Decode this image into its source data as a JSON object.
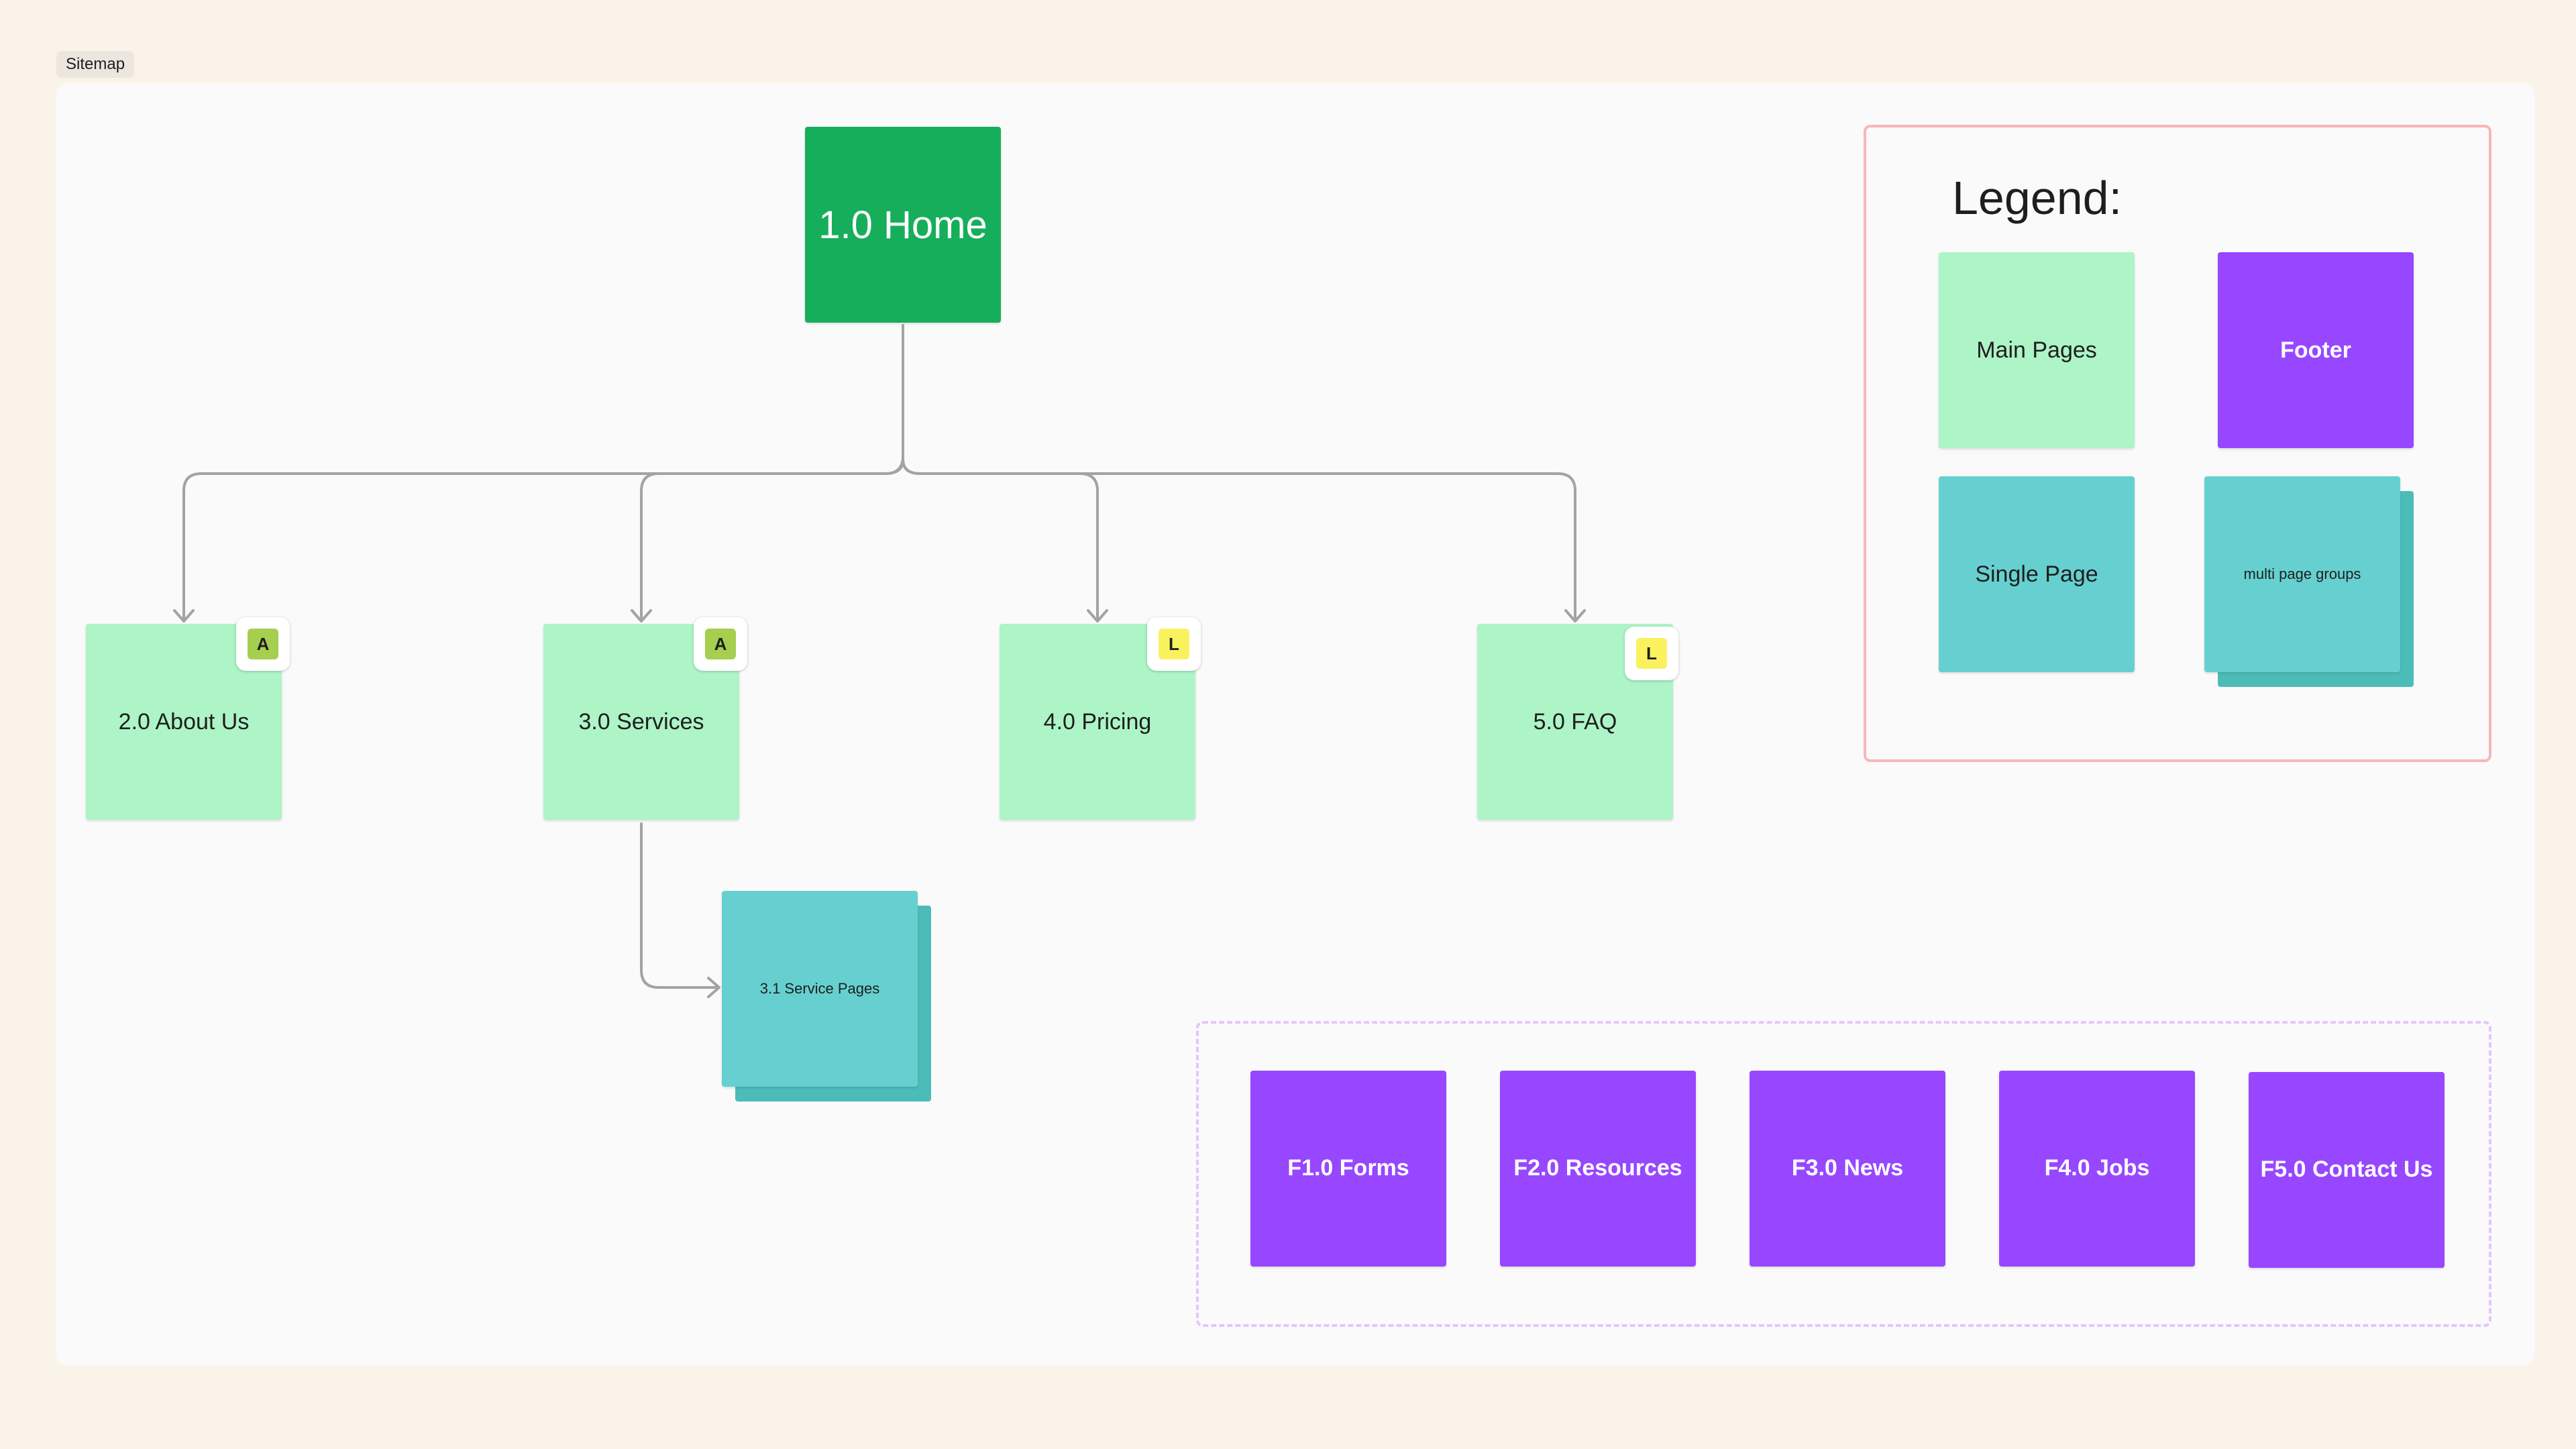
{
  "board": {
    "tag": "Sitemap"
  },
  "home": {
    "label": "1.0 Home"
  },
  "main_pages": [
    {
      "label": "2.0 About Us",
      "badge": "A",
      "badge_color": "#a6ce4f"
    },
    {
      "label": "3.0 Services",
      "badge": "A",
      "badge_color": "#a6ce4f"
    },
    {
      "label": "4.0 Pricing",
      "badge": "L",
      "badge_color": "#faf15f"
    },
    {
      "label": "5.0 FAQ",
      "badge": "L",
      "badge_color": "#faf15f"
    }
  ],
  "sub_pages": [
    {
      "label": "3.1 Service Pages",
      "parent": "3.0 Services"
    }
  ],
  "legend": {
    "title": "Legend:",
    "items": [
      {
        "label": "Main Pages",
        "color": "#adf4c7"
      },
      {
        "label": "Footer",
        "color": "#9747ff"
      },
      {
        "label": "Single Page",
        "color": "#66d0d0"
      },
      {
        "label": "multi page groups",
        "color": "#66d0d0"
      }
    ]
  },
  "footer_pages": [
    {
      "label": "F1.0 Forms"
    },
    {
      "label": "F2.0 Resources"
    },
    {
      "label": "F3.0 News"
    },
    {
      "label": "F4.0 Jobs"
    },
    {
      "label": "F5.0 Contact Us"
    }
  ],
  "colors": {
    "home": "#16ae5a",
    "main": "#adf4c7",
    "single_page": "#66d0d0",
    "footer": "#9747ff",
    "connector": "#a3a3a3",
    "legend_border": "#f8b7b7",
    "footer_border": "#e3c6f9"
  }
}
